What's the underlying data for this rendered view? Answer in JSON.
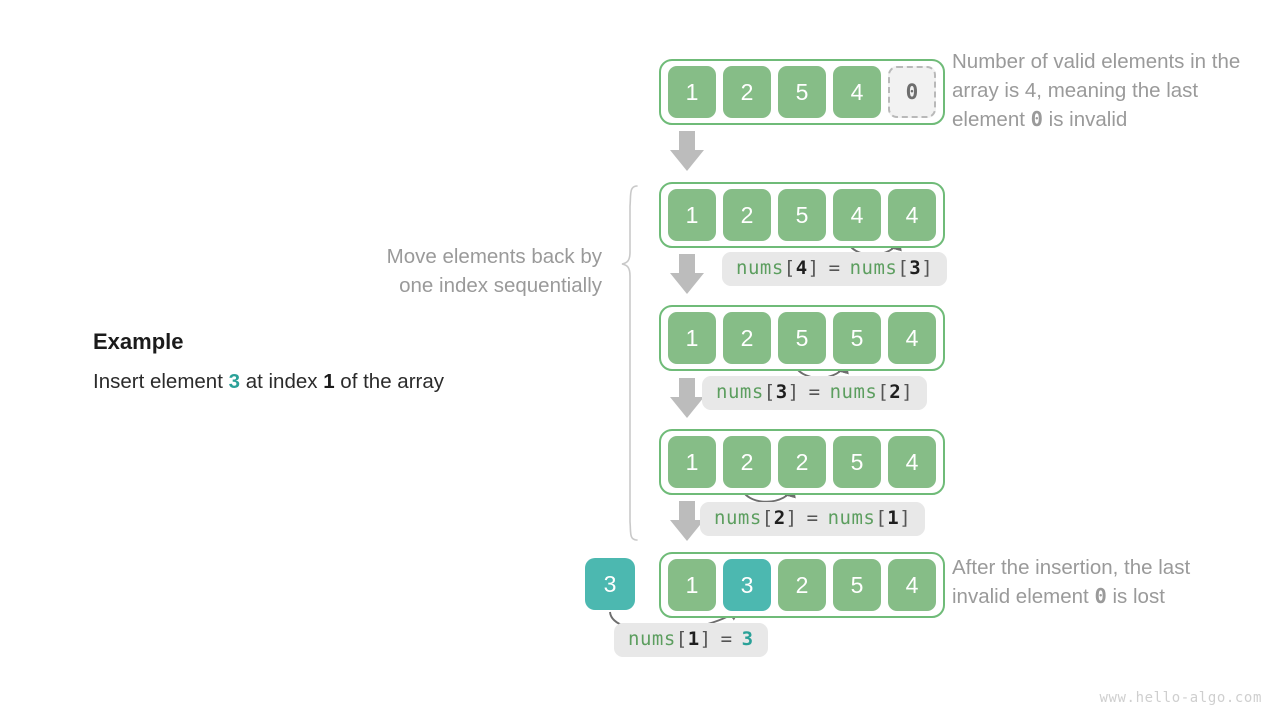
{
  "page": {
    "footer": "www.hello-algo.com",
    "colors": {
      "green": "#86bd87",
      "green_border": "#6fbb78",
      "teal": "#4cb8b0",
      "teal_text": "#2aa198",
      "gray_arrow": "#bcbcbc",
      "chip_bg": "#e8e8e8",
      "annotation_text": "#9a9a9a"
    }
  },
  "example": {
    "title": "Example",
    "line_prefix": "Insert element ",
    "line_value": "3",
    "line_mid": " at index ",
    "line_index": "1",
    "line_suffix": " of the array"
  },
  "annotations": {
    "top_right_part1": "Number of valid elements in the array is 4, meaning the last element ",
    "top_right_code": "0",
    "top_right_part2": " is invalid",
    "left_brace_line1": "Move elements back by",
    "left_brace_line2": "one index sequentially",
    "bottom_right_part1": "After the insertion, the last invalid element ",
    "bottom_right_code": "0",
    "bottom_right_part2": " is lost"
  },
  "rows": [
    {
      "id": "row-initial",
      "cells": [
        {
          "value": "1",
          "style": "green"
        },
        {
          "value": "2",
          "style": "green"
        },
        {
          "value": "5",
          "style": "green"
        },
        {
          "value": "4",
          "style": "green"
        },
        {
          "value": "0",
          "style": "invalid"
        }
      ]
    },
    {
      "id": "row-shift-4",
      "cells": [
        {
          "value": "1",
          "style": "green"
        },
        {
          "value": "2",
          "style": "green"
        },
        {
          "value": "5",
          "style": "green"
        },
        {
          "value": "4",
          "style": "green"
        },
        {
          "value": "4",
          "style": "green"
        }
      ]
    },
    {
      "id": "row-shift-3",
      "cells": [
        {
          "value": "1",
          "style": "green"
        },
        {
          "value": "2",
          "style": "green"
        },
        {
          "value": "5",
          "style": "green"
        },
        {
          "value": "5",
          "style": "green"
        },
        {
          "value": "4",
          "style": "green"
        }
      ]
    },
    {
      "id": "row-shift-2",
      "cells": [
        {
          "value": "1",
          "style": "green"
        },
        {
          "value": "2",
          "style": "green"
        },
        {
          "value": "2",
          "style": "green"
        },
        {
          "value": "5",
          "style": "green"
        },
        {
          "value": "4",
          "style": "green"
        }
      ]
    },
    {
      "id": "row-final",
      "cells": [
        {
          "value": "1",
          "style": "green"
        },
        {
          "value": "3",
          "style": "teal"
        },
        {
          "value": "2",
          "style": "green"
        },
        {
          "value": "5",
          "style": "green"
        },
        {
          "value": "4",
          "style": "green"
        }
      ]
    }
  ],
  "insert_box": {
    "value": "3"
  },
  "code_chips": [
    {
      "id": "chip-4-3",
      "lhs_fn": "nums",
      "lhs_idx": "4",
      "rhs_fn": "nums",
      "rhs_idx": "3",
      "op": "=",
      "rhs_is_literal": false
    },
    {
      "id": "chip-3-2",
      "lhs_fn": "nums",
      "lhs_idx": "3",
      "rhs_fn": "nums",
      "rhs_idx": "2",
      "op": "=",
      "rhs_is_literal": false
    },
    {
      "id": "chip-2-1",
      "lhs_fn": "nums",
      "lhs_idx": "2",
      "rhs_fn": "nums",
      "rhs_idx": "1",
      "op": "=",
      "rhs_is_literal": false
    },
    {
      "id": "chip-1-lit",
      "lhs_fn": "nums",
      "lhs_idx": "1",
      "rhs_literal": "3",
      "op": "=",
      "rhs_is_literal": true
    }
  ]
}
